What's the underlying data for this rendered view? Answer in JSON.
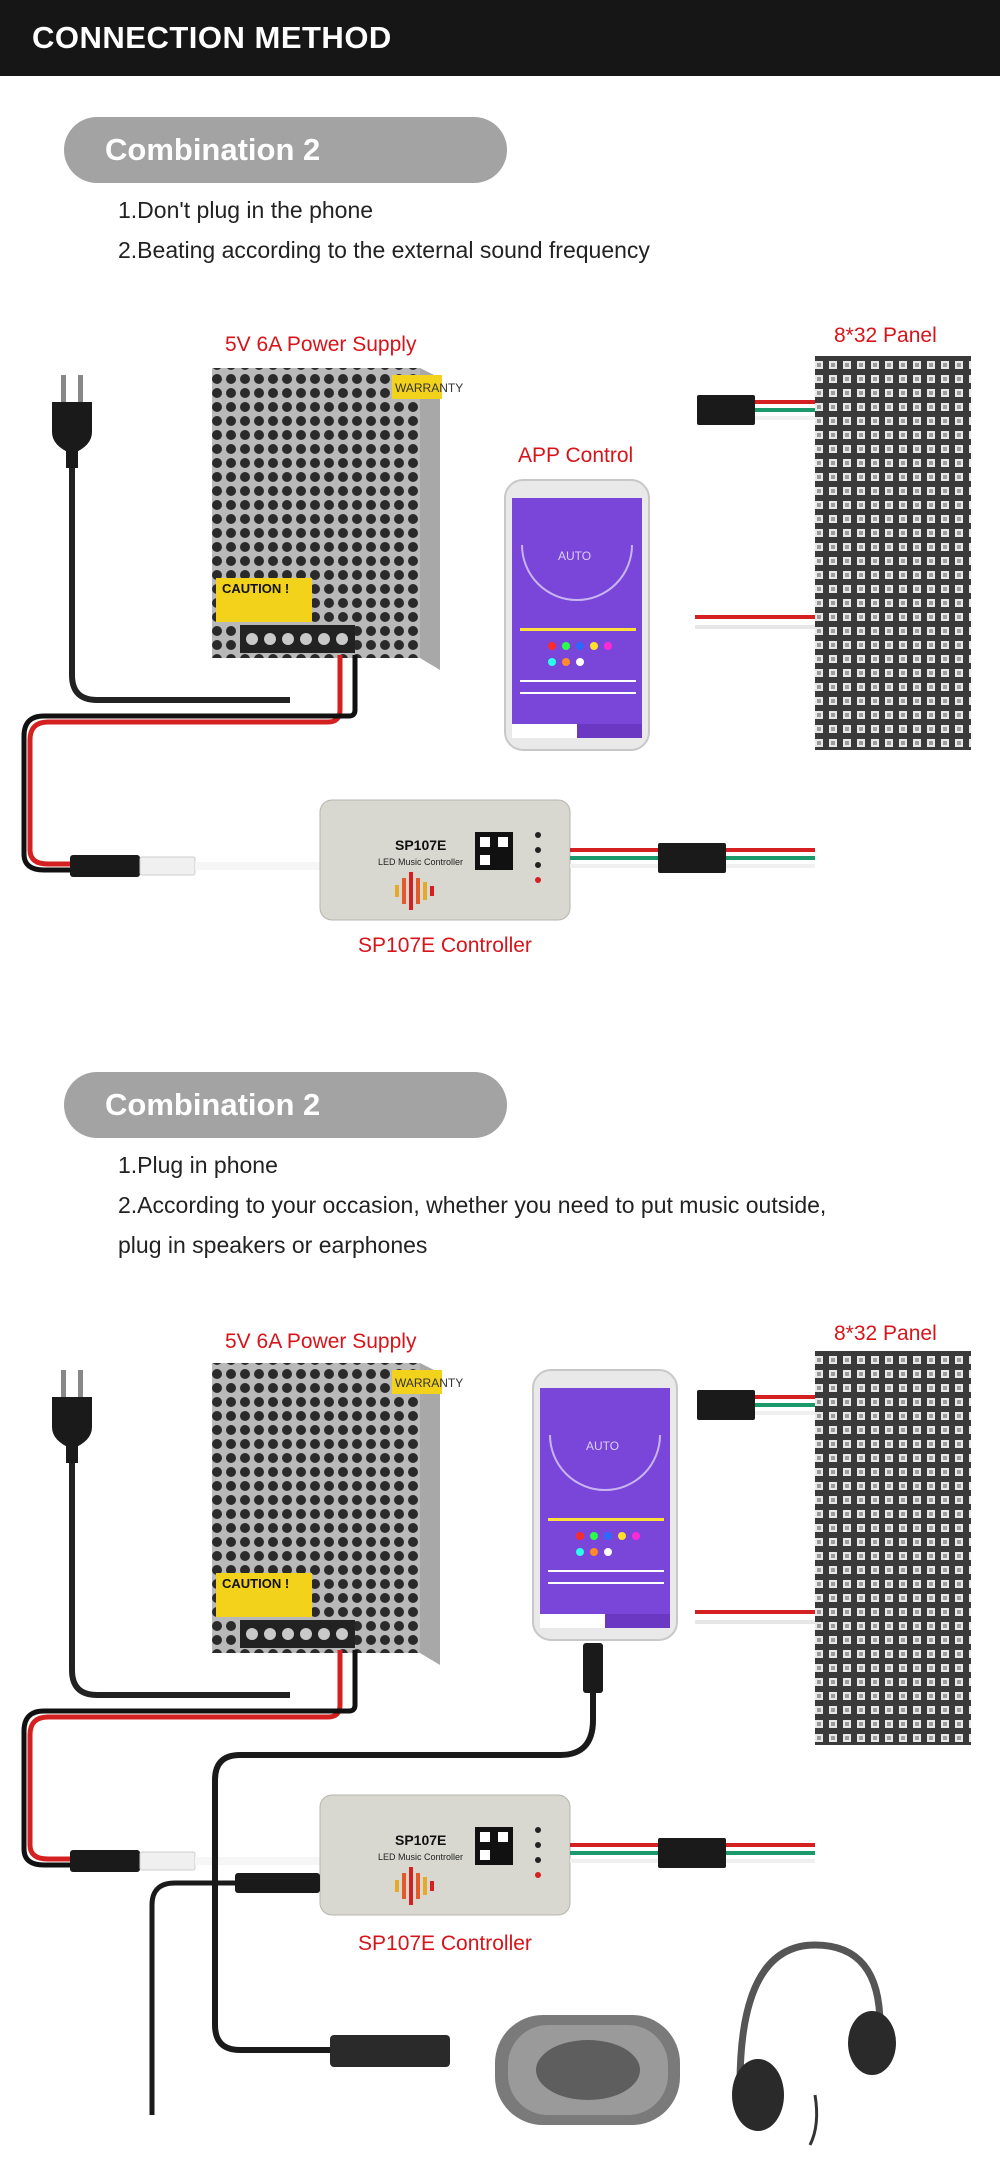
{
  "header": {
    "title": "CONNECTION METHOD"
  },
  "section1": {
    "title": "Combination 2",
    "lines": [
      "1.Don't plug in the phone",
      "2.Beating according to the external sound frequency"
    ],
    "labels": {
      "power": "5V 6A Power Supply",
      "panel": "8*32 Panel",
      "app": "APP Control",
      "controller": "SP107E Controller"
    }
  },
  "section2": {
    "title": "Combination 2",
    "lines": [
      "1.Plug in phone",
      "2.According to your occasion, whether you need to put music outside,",
      "plug in speakers or earphones"
    ],
    "labels": {
      "power": "5V 6A Power Supply",
      "panel": "8*32 Panel",
      "controller": "SP107E Controller"
    }
  },
  "device_text": {
    "caution": "CAUTION !",
    "warranty": "WARRANTY",
    "controller_model": "SP107E",
    "controller_sub": "LED Music Controller",
    "app_mode": "AUTO"
  },
  "colors": {
    "accent_red": "#d7141a",
    "app_purple": "#7a45d9",
    "wire_red": "#d42020",
    "wire_green": "#1a9a6a"
  }
}
